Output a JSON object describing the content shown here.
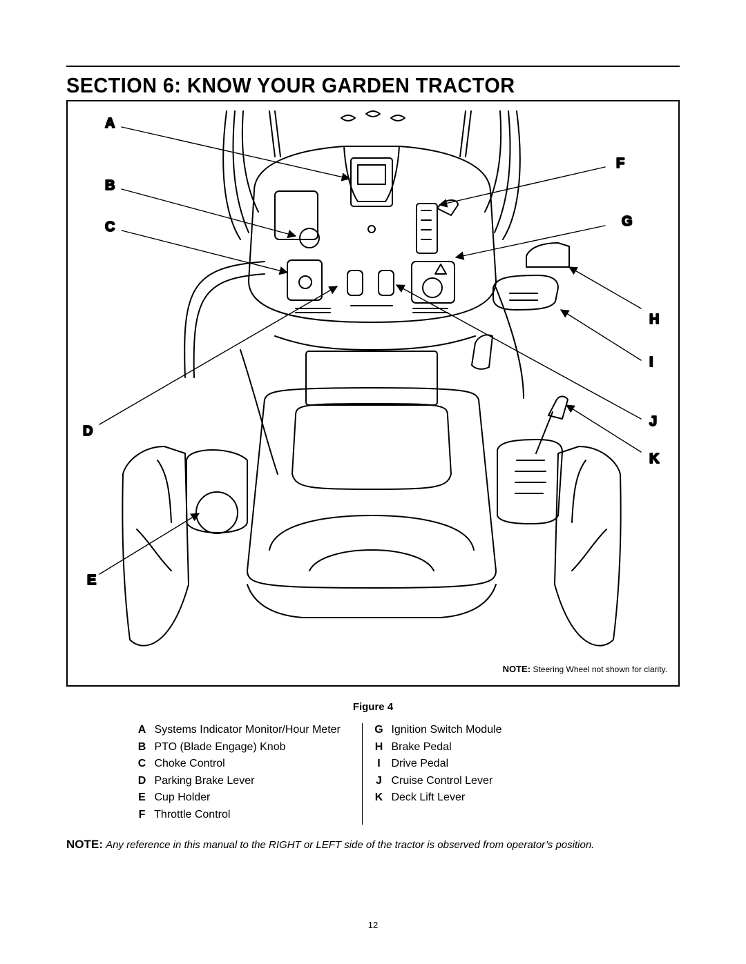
{
  "section_title": "Section 6: Know Your Garden Tractor",
  "figure": {
    "callouts": {
      "A": "A",
      "B": "B",
      "C": "C",
      "D": "D",
      "E": "E",
      "F": "F",
      "G": "G",
      "H": "H",
      "I": "I",
      "J": "J",
      "K": "K"
    },
    "note_label": "NOTE:",
    "note_text": "Steering Wheel not shown for clarity.",
    "caption": "Figure 4"
  },
  "legend": {
    "left": [
      {
        "key": "A",
        "label": "Systems Indicator Monitor/Hour Meter"
      },
      {
        "key": "B",
        "label": "PTO (Blade Engage) Knob"
      },
      {
        "key": "C",
        "label": "Choke Control"
      },
      {
        "key": "D",
        "label": "Parking Brake Lever"
      },
      {
        "key": "E",
        "label": "Cup Holder"
      },
      {
        "key": "F",
        "label": "Throttle Control"
      }
    ],
    "right": [
      {
        "key": "G",
        "label": "Ignition Switch Module"
      },
      {
        "key": "H",
        "label": "Brake Pedal"
      },
      {
        "key": "I",
        "label": "Drive Pedal"
      },
      {
        "key": "J",
        "label": "Cruise Control Lever"
      },
      {
        "key": "K",
        "label": "Deck Lift Lever"
      }
    ]
  },
  "bottom_note": {
    "label": "NOTE:",
    "text": "Any reference in this manual to the RIGHT or LEFT side of the tractor is observed from operator’s position."
  },
  "page_number": "12"
}
